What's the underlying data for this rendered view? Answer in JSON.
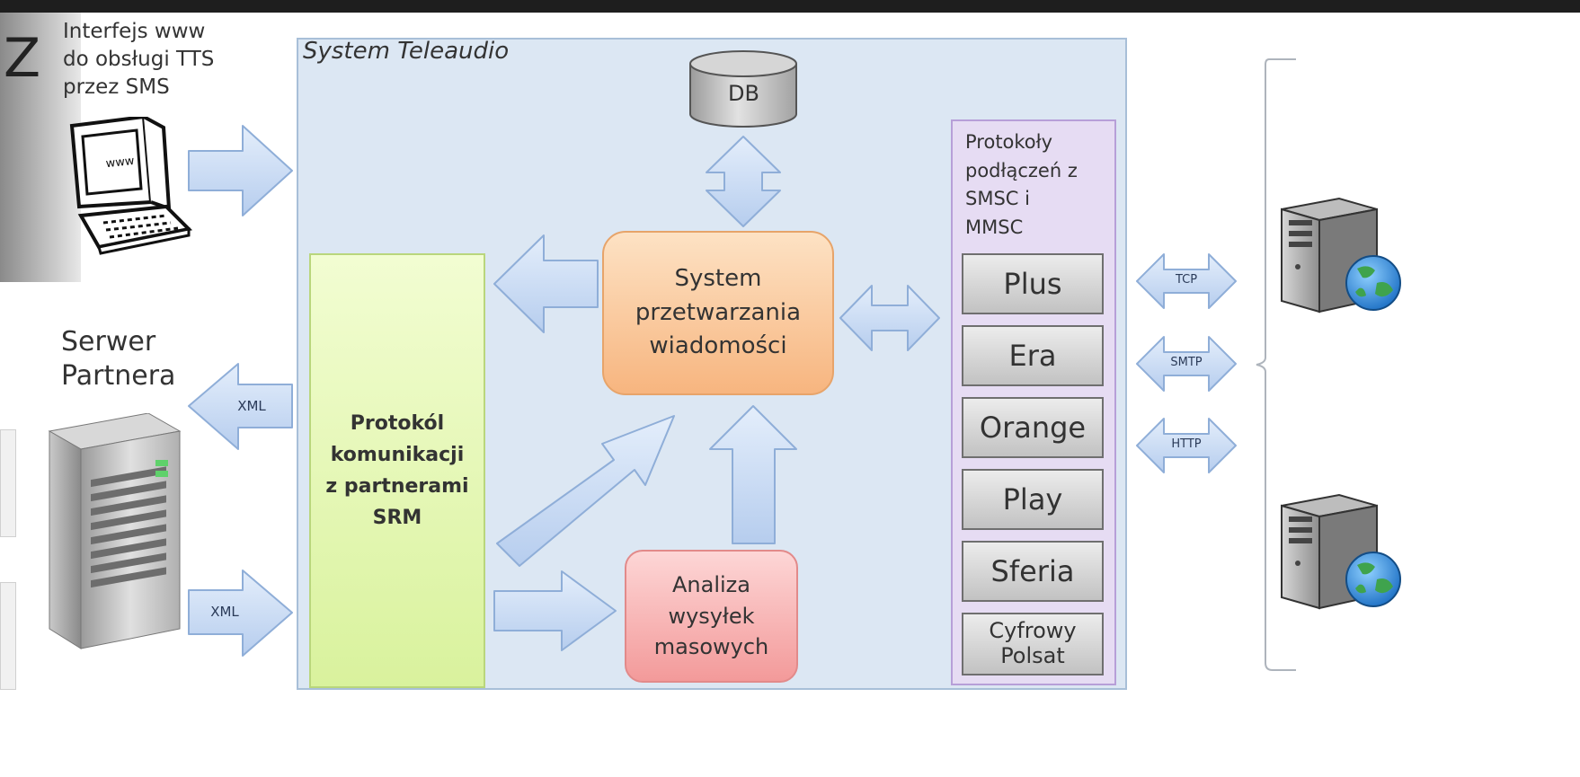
{
  "header": {
    "title_fragment": "Z"
  },
  "labels": {
    "web_interface": "Interfejs www\ndo obsługi TTS\nprzez SMS",
    "partner_server": "Serwer\nPartnera",
    "system_title": "System Teleaudio"
  },
  "boxes": {
    "db": "DB",
    "processing": "System\nprzetwarzania\nwiadomości",
    "protocol": "Protokól\nkomunikacji\nz partnerami\nSRM",
    "analysis": "Analiza\nwysyłek\nmasowych",
    "connections_title": "Protokoły\npodłączeń z\nSMSC i\nMMSC"
  },
  "operators": [
    "Plus",
    "Era",
    "Orange",
    "Play",
    "Sferia",
    "Cyfrowy\nPolsat"
  ],
  "arrow_labels": {
    "xml_out": "XML",
    "xml_in": "XML",
    "tcp": "TCP",
    "smtp": "SMTP",
    "http": "HTTP"
  },
  "colors": {
    "system_bg": "#dce7f3",
    "processing_orange": "#f9c596",
    "protocol_green": "#e4f7b5",
    "analysis_red": "#f5a7a7",
    "connections_purple": "#e6dcf3",
    "arrow_blue": "#c9dcf5"
  }
}
